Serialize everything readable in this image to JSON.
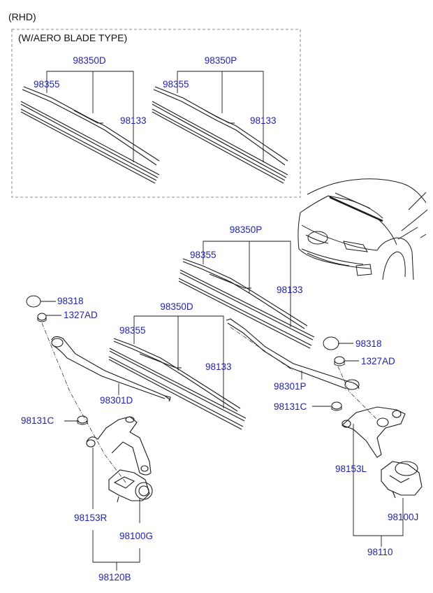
{
  "diagram": {
    "variant": "(RHD)",
    "inset_title": "(W/AERO BLADE TYPE)",
    "labels": {
      "aero_left_assy": "98350D",
      "aero_left_blade": "98355",
      "aero_left_refill": "98133",
      "aero_right_assy": "98350P",
      "aero_right_blade": "98355",
      "aero_right_refill": "98133",
      "std_right_assy": "98350P",
      "std_right_blade": "98355",
      "std_right_refill": "98133",
      "std_left_assy": "98350D",
      "std_left_blade": "98355",
      "std_left_refill": "98133",
      "cap_left": "98318",
      "nut_left": "1327AD",
      "cap_right": "98318",
      "nut_right": "1327AD",
      "arm_left": "98301D",
      "arm_right": "98301P",
      "pivot_cap_left": "98131C",
      "pivot_cap_right": "98131C",
      "linkage_left": "98153R",
      "motor_left": "98100G",
      "linkage_right": "98153L",
      "motor_right": "98100J",
      "assy_left": "98120B",
      "assy_right": "98110"
    }
  },
  "colors": {
    "label": "#2323a8",
    "line": "#1a1a1a",
    "inset_border": "#8a8a8a"
  }
}
